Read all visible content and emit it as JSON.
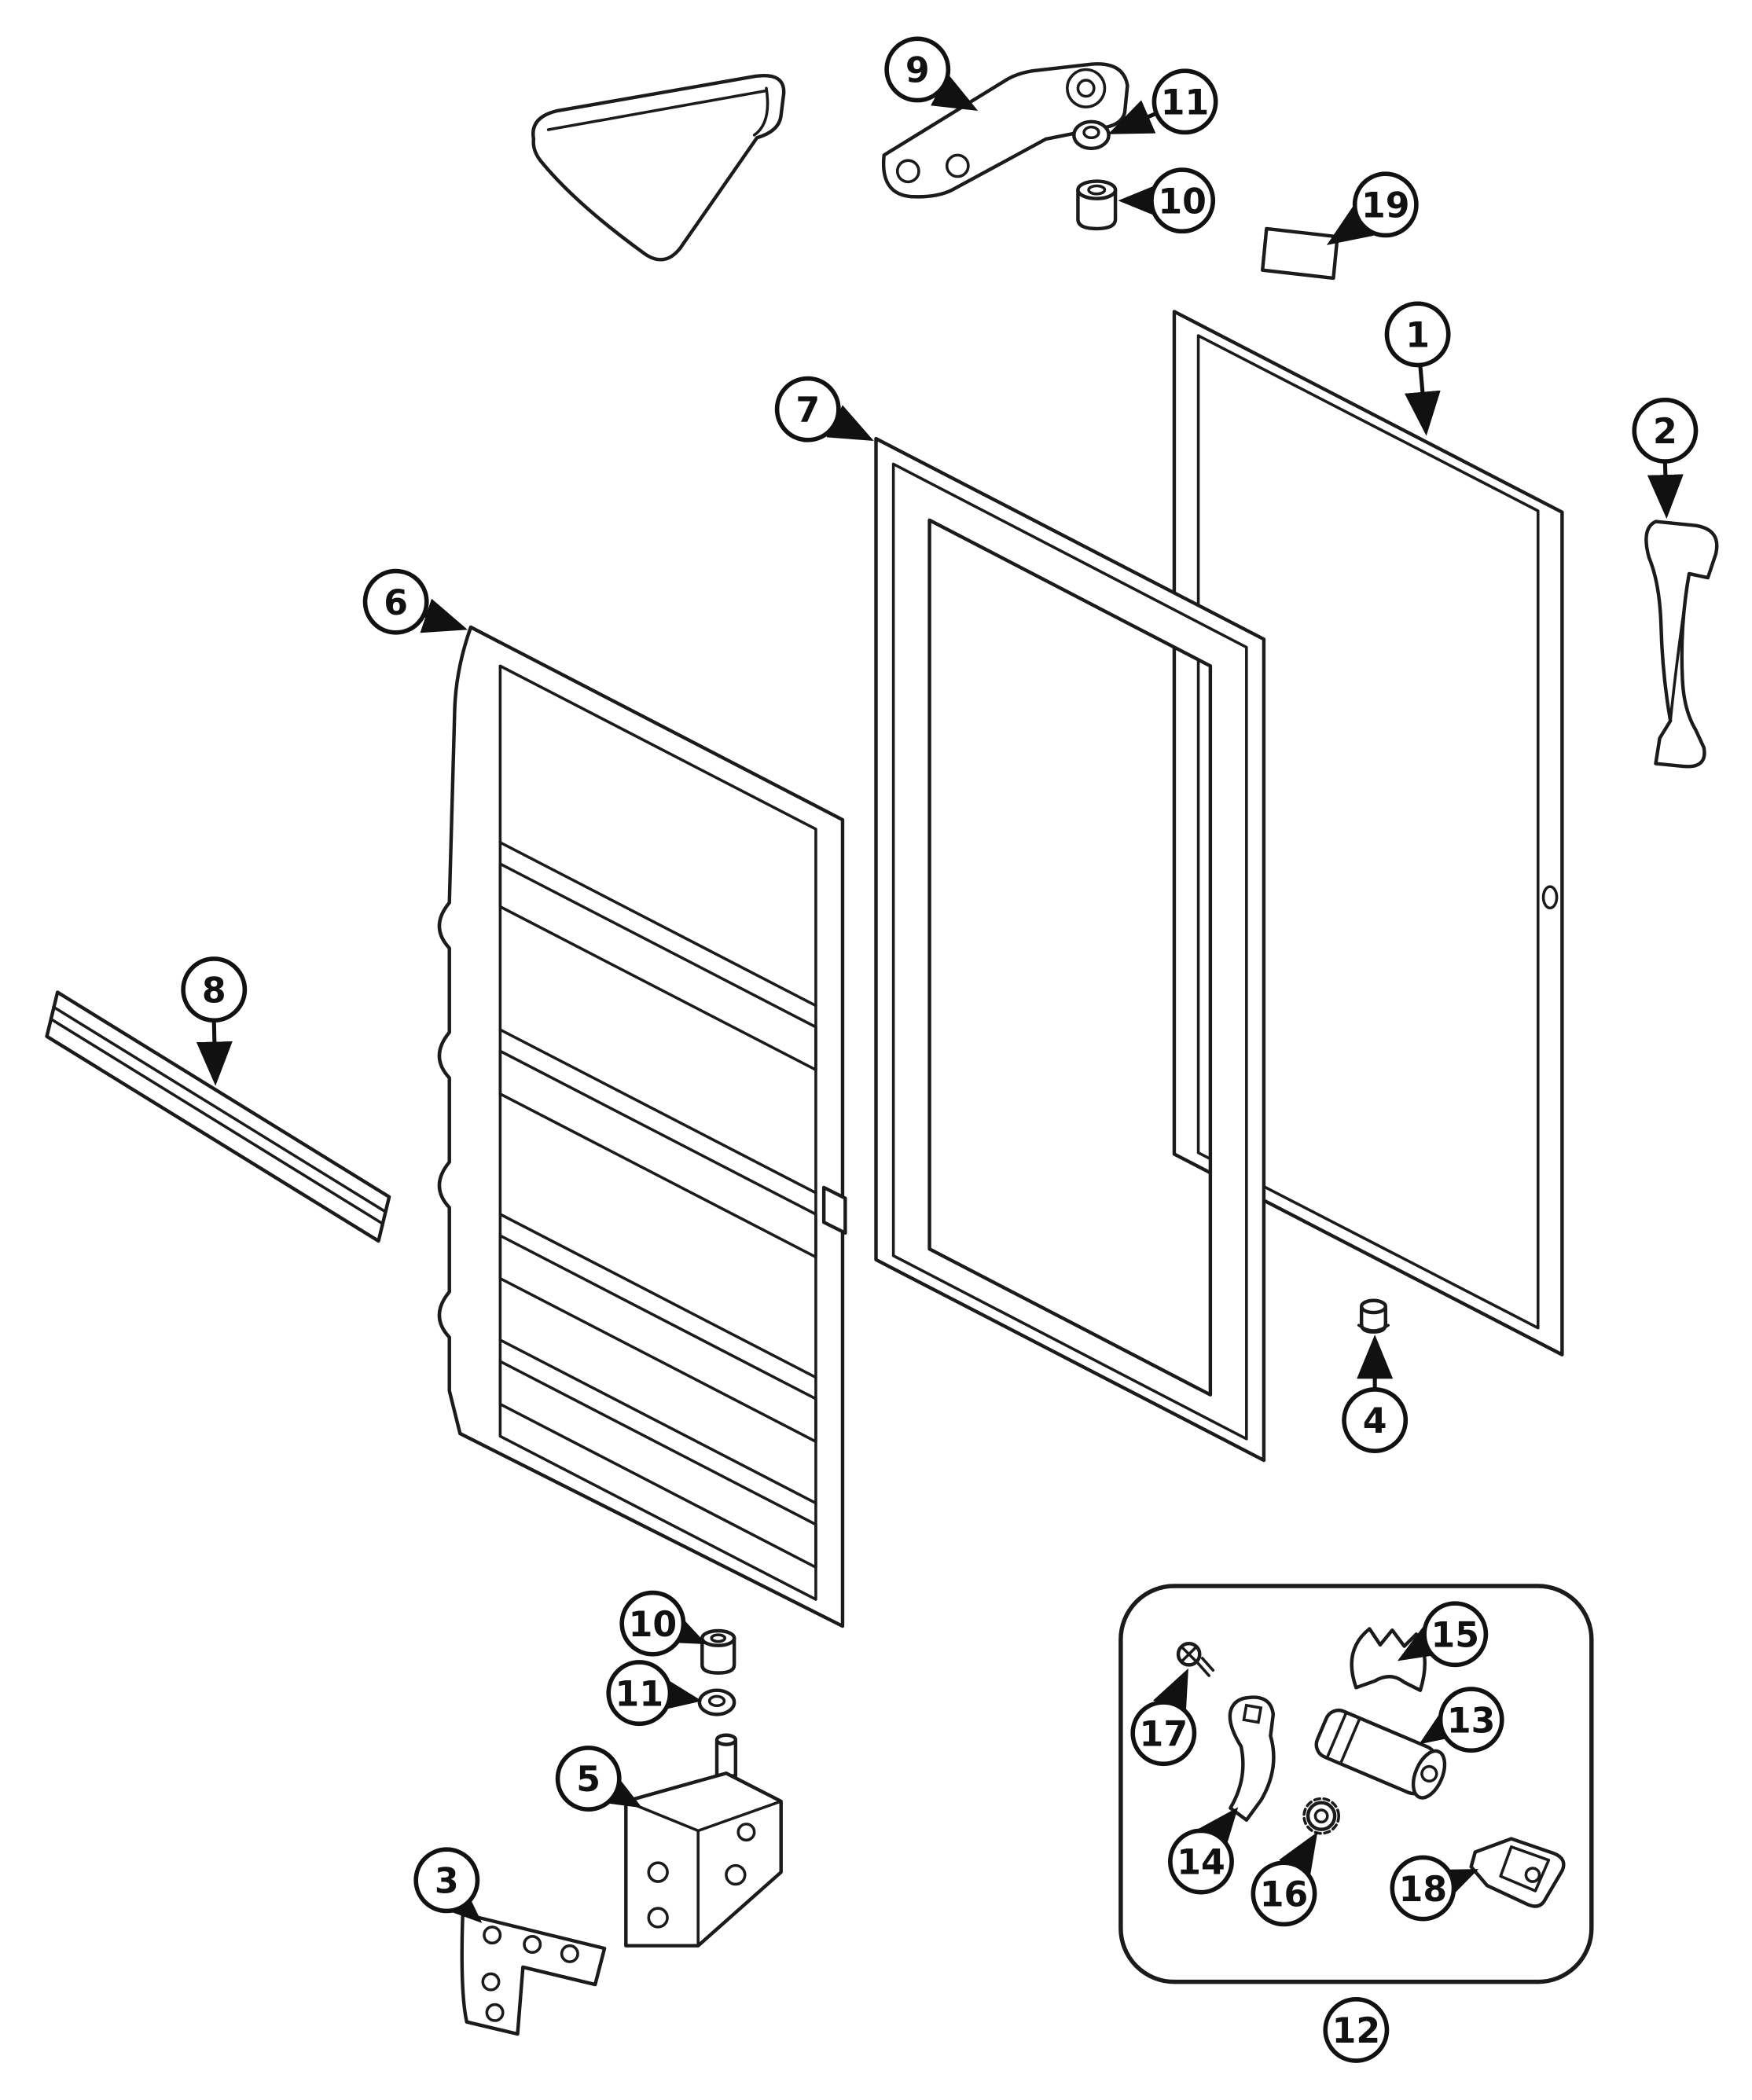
{
  "page": {
    "background": "#ffffff",
    "line_color": "#1b1b1b"
  },
  "diagram": {
    "type": "exploded-parts-diagram",
    "subject": "refrigerator-freezer door assembly",
    "callouts": [
      {
        "label": "9",
        "part": "top-hinge-bracket"
      },
      {
        "label": "11",
        "part": "hinge-washer-top"
      },
      {
        "label": "10",
        "part": "hinge-bushing-top"
      },
      {
        "label": "19",
        "part": "serial-label"
      },
      {
        "label": "1",
        "part": "outer-door-panel"
      },
      {
        "label": "2",
        "part": "door-handle"
      },
      {
        "label": "7",
        "part": "door-gasket"
      },
      {
        "label": "6",
        "part": "inner-door-liner"
      },
      {
        "label": "8",
        "part": "door-trim-strip"
      },
      {
        "label": "4",
        "part": "hole-plug"
      },
      {
        "label": "10",
        "part": "hinge-bushing-bottom"
      },
      {
        "label": "11",
        "part": "hinge-washer-bottom"
      },
      {
        "label": "5",
        "part": "bottom-hinge-bracket"
      },
      {
        "label": "3",
        "part": "corner-hinge-plate"
      },
      {
        "label": "15",
        "part": "lock-retainer-clip"
      },
      {
        "label": "13",
        "part": "lock-cylinder"
      },
      {
        "label": "17",
        "part": "lock-screw"
      },
      {
        "label": "14",
        "part": "lock-cam"
      },
      {
        "label": "16",
        "part": "star-washer"
      },
      {
        "label": "18",
        "part": "lock-key"
      },
      {
        "label": "12",
        "part": "lock-assembly-group"
      }
    ]
  }
}
